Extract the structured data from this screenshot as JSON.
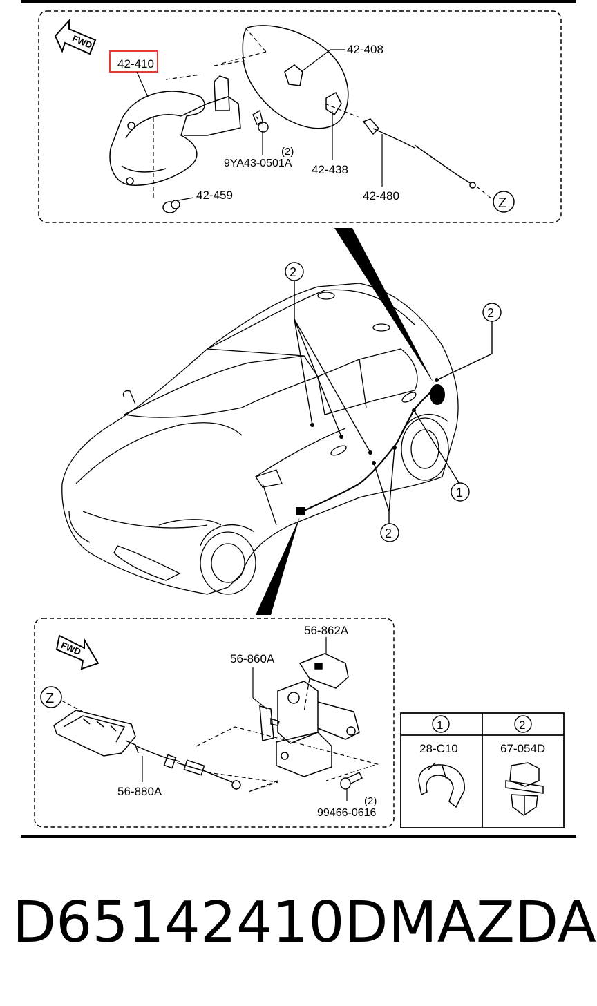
{
  "top_detail": {
    "fwd_label": "FWD",
    "highlighted_part": "42-410",
    "parts": [
      "42-408",
      "42-438",
      "42-480",
      "42-459"
    ],
    "bolt_label": "9YA43-0501A",
    "bolt_qty": "(2)",
    "connector_label": "Z"
  },
  "car_callouts": {
    "clip_2": "2",
    "clip_1": "1"
  },
  "bottom_detail": {
    "fwd_label": "FWD",
    "connector_label": "Z",
    "parts": [
      "56-862A",
      "56-860A",
      "56-880A"
    ],
    "bolt_label": "99466-0616",
    "bolt_qty": "(2)"
  },
  "legend_table": {
    "col1_marker": "1",
    "col2_marker": "2",
    "col1_part": "28-C10",
    "col2_part": "67-054D"
  },
  "footer": {
    "part_number": "D65142410D",
    "brand": "MAZDA"
  },
  "colors": {
    "highlight_box": "#e53935",
    "line": "#000000"
  }
}
